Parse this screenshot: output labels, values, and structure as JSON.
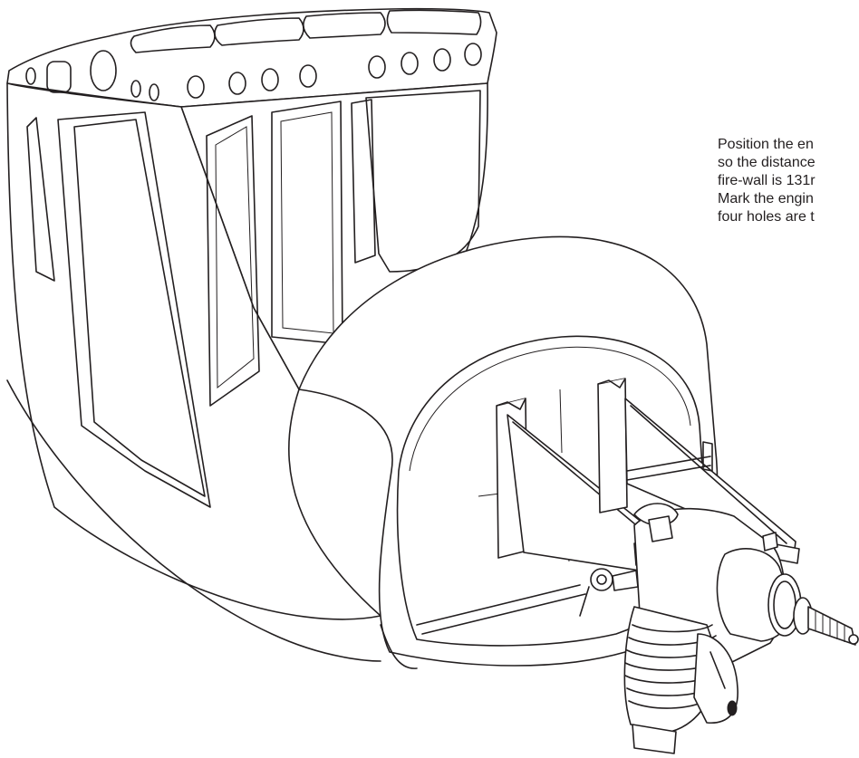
{
  "instruction": {
    "lines": [
      "Position the en",
      "so the distance",
      "fire-wall is 131r",
      "Mark the engin",
      "four holes are t"
    ]
  },
  "icons": {
    "fuselage": "fuselage-frame-icon",
    "engine": "glow-engine-icon",
    "mount": "engine-mount-icon"
  },
  "colors": {
    "ink": "#231f20",
    "paper": "#ffffff"
  }
}
